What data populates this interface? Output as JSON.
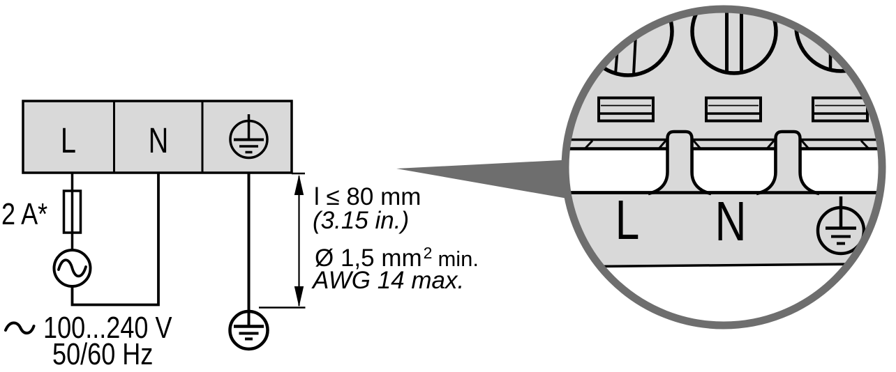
{
  "colors": {
    "component_fill": "#d9d9d9",
    "outline": "#000000",
    "magnifier_gray": "#6e6e6e",
    "background": "#ffffff"
  },
  "terminal_block": {
    "line_label": "L",
    "neutral_label": "N"
  },
  "power_supply": {
    "fuse_rating": "2 A*",
    "voltage_range": "100...240 V",
    "frequency": "50/60 Hz"
  },
  "wire_specs": {
    "max_length": "l ≤ 80 mm",
    "max_length_imperial": "(3.15 in.)",
    "min_cross_section": "Ø 1,5 mm",
    "cross_section_exponent": "2",
    "cross_section_qualifier": "min.",
    "max_gauge": "AWG 14 max."
  },
  "magnified_view": {
    "line_label": "L",
    "neutral_label": "N"
  },
  "icons": {
    "protective_earth_icon": "circle with earth-ground bars",
    "ac_source_icon": "circle with sine wave",
    "ac_symbol_icon": "~",
    "fuse_icon": "rectangle on conductor",
    "dimension_arrow_icon": "double-headed vertical arrow",
    "magnifier_callout_icon": "detail callout circle with wedge"
  }
}
